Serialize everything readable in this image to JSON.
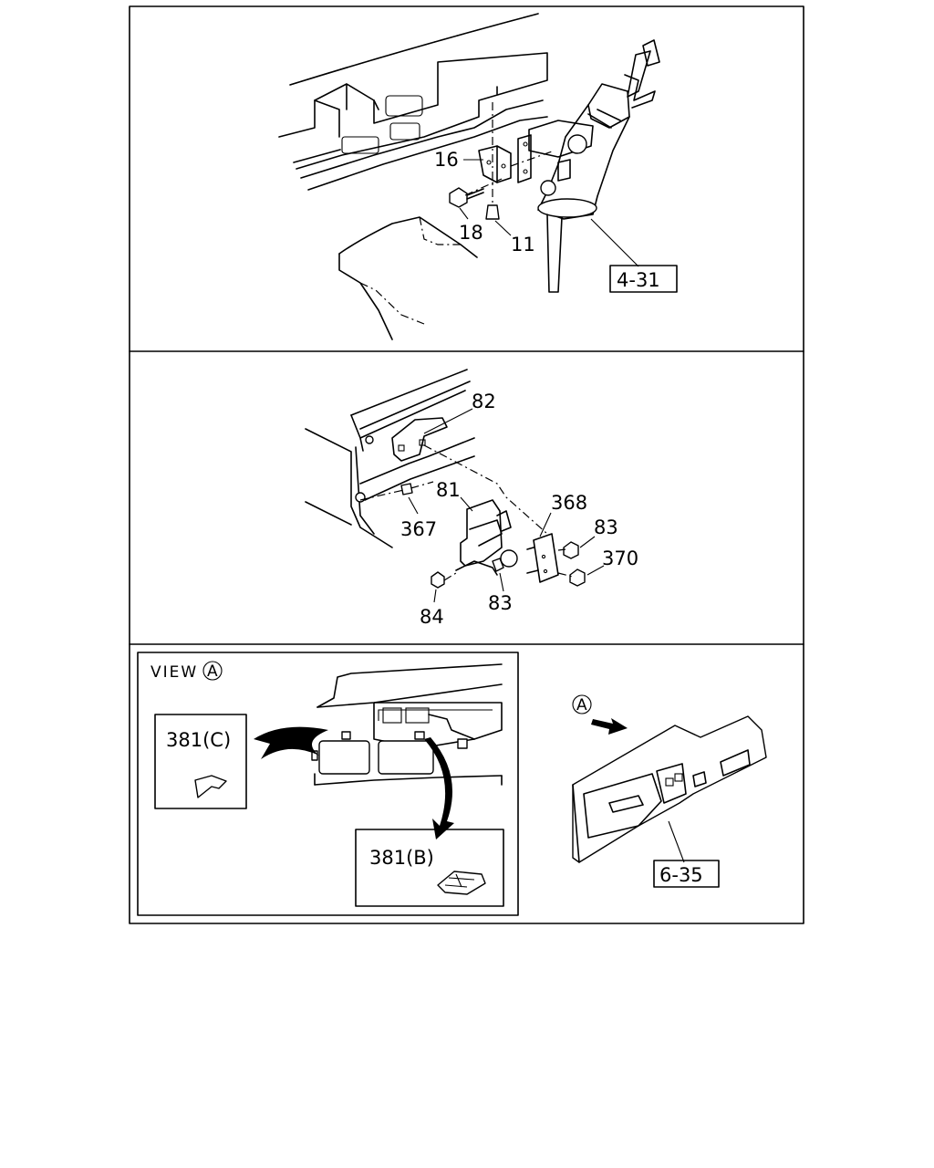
{
  "panel_top": {
    "labels": {
      "p16": "16",
      "p18": "18",
      "p11": "11",
      "ref": "4-31"
    }
  },
  "panel_middle": {
    "labels": {
      "p82": "82",
      "p81": "81",
      "p368": "368",
      "p83a": "83",
      "p370": "370",
      "p367": "367",
      "p83b": "83",
      "p84": "84"
    }
  },
  "panel_bottom": {
    "view_label": "VIEW",
    "view_marker": "A",
    "clip_c": "381(C)",
    "clip_b": "381(B)",
    "arrow_marker": "A",
    "ref": "6-35"
  }
}
